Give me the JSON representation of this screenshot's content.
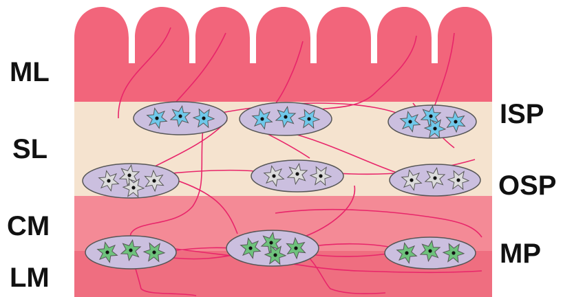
{
  "labels": {
    "left": [
      "ML",
      "SL",
      "CM",
      "LM"
    ],
    "right": [
      "ISP",
      "OSP",
      "MP"
    ]
  },
  "colors": {
    "mucosa": "#f2657b",
    "submucosa": "#f5e3cf",
    "circular_muscle": "#f48a96",
    "longitudinal_muscle": "#ef6e80",
    "ganglion_fill": "#cbbfdf",
    "ganglion_stroke": "#555555",
    "isp_neuron": "#6fc8ea",
    "osp_neuron": "#dcdcdc",
    "mp_neuron": "#6ec27c",
    "fiber": "#e8256a",
    "nucleus": "#111111"
  },
  "ganglia": [
    {
      "plexus": "ISP",
      "neurons": 3
    },
    {
      "plexus": "ISP",
      "neurons": 3
    },
    {
      "plexus": "ISP",
      "neurons": 4
    },
    {
      "plexus": "OSP",
      "neurons": 4
    },
    {
      "plexus": "OSP",
      "neurons": 3
    },
    {
      "plexus": "OSP",
      "neurons": 3
    },
    {
      "plexus": "MP",
      "neurons": 3
    },
    {
      "plexus": "MP",
      "neurons": 4
    },
    {
      "plexus": "MP",
      "neurons": 3
    }
  ]
}
